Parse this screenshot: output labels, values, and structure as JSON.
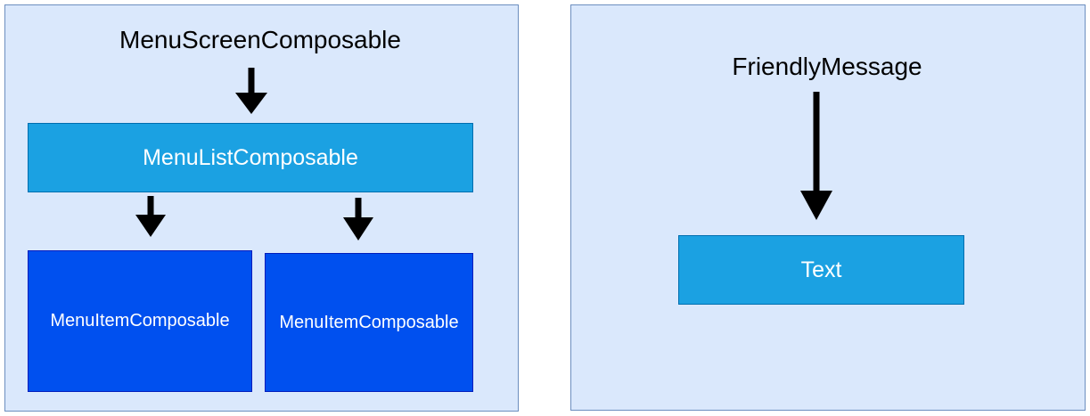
{
  "left_diagram": {
    "root_label": "MenuScreenComposable",
    "list_box_label": "MenuListComposable",
    "item_box_labels": [
      "MenuItemComposable",
      "MenuItemComposable"
    ]
  },
  "right_diagram": {
    "root_label": "FriendlyMessage",
    "text_box_label": "Text"
  },
  "colors": {
    "panel_fill": "#dae8fc",
    "panel_stroke": "#6c8ebf",
    "light_blue_box": "#1ba1e2",
    "dark_blue_box": "#0050ef",
    "arrow": "#000000"
  }
}
